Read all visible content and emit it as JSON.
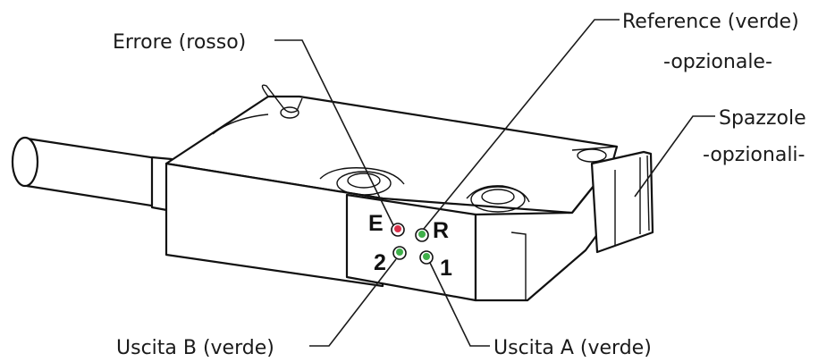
{
  "labels": {
    "error": "Errore (rosso)",
    "reference_line1": "Reference (verde)",
    "reference_line2": "-opzionale-",
    "brushes_line1": "Spazzole",
    "brushes_line2": "-opzionali-",
    "output_b": "Uscita B (verde)",
    "output_a": "Uscita A (verde)"
  },
  "face_markings": {
    "e": "E",
    "r": "R",
    "two": "2",
    "one": "1"
  },
  "colors": {
    "led_red": "#d9304a",
    "led_green": "#3fb04a",
    "line": "#1a1a1a"
  }
}
